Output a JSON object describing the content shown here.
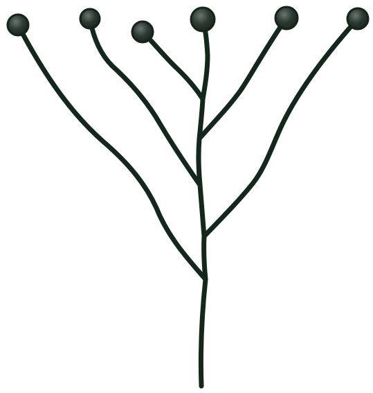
{
  "diagram": {
    "type": "phylogenetic-tree",
    "tip_count": 6,
    "colors": {
      "branch": "#13271c",
      "tip_fill": "#2c3a31",
      "tip_highlight": "#5d6b62",
      "background": "#ffffff"
    },
    "icons": {
      "tip": "filled-circle-node"
    }
  }
}
